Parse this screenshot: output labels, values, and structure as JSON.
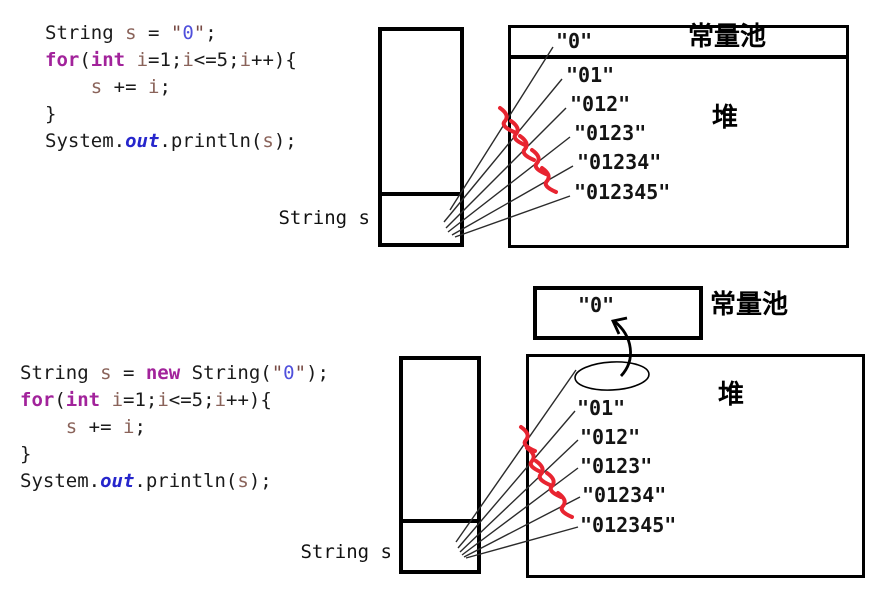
{
  "colors": {
    "keyword": "#A2239B",
    "variable": "#8A635A",
    "string_quote": "#774A44",
    "string_value": "#5050DC",
    "field_out": "#2626CC",
    "code_text": "#1A1A1A",
    "box_border": "#000000",
    "cross_mark": "#E82430"
  },
  "top_diagram": {
    "code": {
      "lines": [
        [
          [
            "p",
            "String "
          ],
          [
            "v",
            "s"
          ],
          [
            "p",
            " = "
          ],
          [
            "q",
            "\""
          ],
          [
            "s",
            "0"
          ],
          [
            "q",
            "\""
          ],
          [
            "p",
            ";"
          ]
        ],
        [
          [
            "k",
            "for"
          ],
          [
            "p",
            "("
          ],
          [
            "k",
            "int"
          ],
          [
            "p",
            " "
          ],
          [
            "v",
            "i"
          ],
          [
            "p",
            "=1;"
          ],
          [
            "v",
            "i"
          ],
          [
            "p",
            "<=5;"
          ],
          [
            "v",
            "i"
          ],
          [
            "p",
            "++){"
          ]
        ],
        [
          [
            "p",
            "    "
          ],
          [
            "v",
            "s"
          ],
          [
            "p",
            " += "
          ],
          [
            "v",
            "i"
          ],
          [
            "p",
            ";"
          ]
        ],
        [
          [
            "p",
            "}"
          ]
        ],
        [
          [
            "p",
            "System."
          ],
          [
            "o",
            "out"
          ],
          [
            "p",
            ".println("
          ],
          [
            "v",
            "s"
          ],
          [
            "p",
            ");"
          ]
        ]
      ]
    },
    "stack_label": "String s",
    "constant_pool_label": "常量池",
    "heap_label": "堆",
    "pool_string": "\"0\"",
    "heap_strings": [
      "\"01\"",
      "\"012\"",
      "\"0123\"",
      "\"01234\"",
      "\"012345\""
    ]
  },
  "bottom_diagram": {
    "code": {
      "lines": [
        [
          [
            "p",
            "String "
          ],
          [
            "v",
            "s"
          ],
          [
            "p",
            " = "
          ],
          [
            "k",
            "new"
          ],
          [
            "p",
            " String("
          ],
          [
            "q",
            "\""
          ],
          [
            "s",
            "0"
          ],
          [
            "q",
            "\""
          ],
          [
            "p",
            ");"
          ]
        ],
        [
          [
            "k",
            "for"
          ],
          [
            "p",
            "("
          ],
          [
            "k",
            "int"
          ],
          [
            "p",
            " "
          ],
          [
            "v",
            "i"
          ],
          [
            "p",
            "=1;"
          ],
          [
            "v",
            "i"
          ],
          [
            "p",
            "<=5;"
          ],
          [
            "v",
            "i"
          ],
          [
            "p",
            "++){"
          ]
        ],
        [
          [
            "p",
            "    "
          ],
          [
            "v",
            "s"
          ],
          [
            "p",
            " += "
          ],
          [
            "v",
            "i"
          ],
          [
            "p",
            ";"
          ]
        ],
        [
          [
            "p",
            "}"
          ]
        ],
        [
          [
            "p",
            "System."
          ],
          [
            "o",
            "out"
          ],
          [
            "p",
            ".println("
          ],
          [
            "v",
            "s"
          ],
          [
            "p",
            ");"
          ]
        ]
      ]
    },
    "stack_label": "String s",
    "constant_pool_label": "常量池",
    "heap_label": "堆",
    "pool_string": "\"0\"",
    "heap_strings": [
      "\"01\"",
      "\"012\"",
      "\"0123\"",
      "\"01234\"",
      "\"012345\""
    ]
  }
}
